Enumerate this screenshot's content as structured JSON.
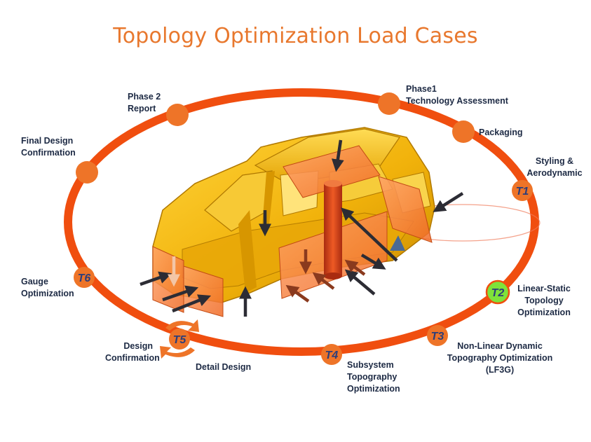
{
  "title": "Topology Optimization Load Cases",
  "colors": {
    "ring": "#f04e0f",
    "node": "#ee7428",
    "highlight": "#7fe23a",
    "title": "#e8782e",
    "label": "#1d2a44",
    "car": "#f1b20b"
  },
  "nodes": [
    {
      "tag": "",
      "label": "Phase1\nTechnology Assessment"
    },
    {
      "tag": "",
      "label": "Packaging"
    },
    {
      "tag": "T1",
      "label": "Styling &\nAerodynamic"
    },
    {
      "tag": "T2",
      "label": "Linear-Static\nTopology\nOptimization",
      "highlight": true
    },
    {
      "tag": "T3",
      "label": "Non-Linear Dynamic\nTopography Optimization\n(LF3G)"
    },
    {
      "tag": "T4",
      "label": "Subsystem\nTopography\nOptimization"
    },
    {
      "tag": "T5",
      "label": "Design\nConfirmation",
      "label2": "Detail Design"
    },
    {
      "tag": "T6",
      "label": "Gauge\nOptimization"
    },
    {
      "tag": "",
      "label": "Final Design\nConfirmation"
    },
    {
      "tag": "",
      "label": "Phase 2\nReport"
    }
  ],
  "illustration": "car-body-load-cases"
}
